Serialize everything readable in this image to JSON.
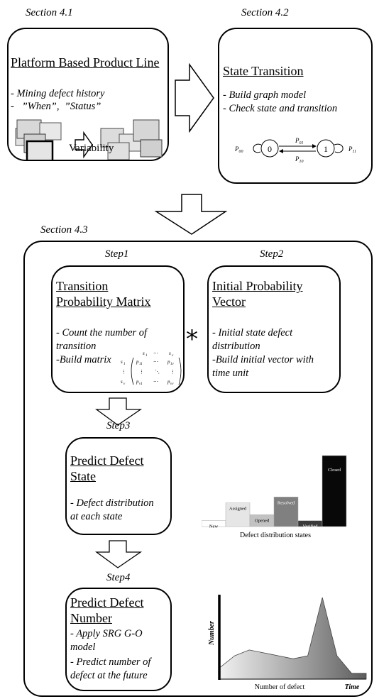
{
  "sec41": {
    "label": "Section 4.1",
    "title": "Platform Based Product Line",
    "bullets": [
      "- Mining defect history",
      "-   ”When”,  ”Status”"
    ],
    "caption": "Variability"
  },
  "sec42": {
    "label": "Section 4.2",
    "title": "State Transition",
    "bullets": [
      "- Build graph model",
      "- Check state and transition"
    ],
    "graph": {
      "state0": "0",
      "state1": "1",
      "p00": "P",
      "p00sub": "00",
      "p01": "P",
      "p01sub": "01",
      "p10": "P",
      "p10sub": "10",
      "p11": "P",
      "p11sub": "11"
    }
  },
  "sec43": {
    "label": "Section 4.3",
    "operator": "*",
    "step1": {
      "label": "Step1",
      "title_l1": "Transition",
      "title_l2": "Probability Matrix",
      "bullets": [
        "- Count the number of",
        "transition",
        "-Build matrix"
      ],
      "matrix": {
        "s1": "s",
        "s1sub": "1",
        "sv": "s",
        "svsub": "v",
        "p11": "p",
        "p11sub": "11",
        "p1v": "p",
        "p1vsub": "1v",
        "pv1": "p",
        "pv1sub": "v1",
        "pvv": "p",
        "pvvsub": "vv"
      }
    },
    "step2": {
      "label": "Step2",
      "title_l1": "Initial Probability",
      "title_l2": "Vector",
      "bullets": [
        "- Initial state defect",
        "distribution",
        "-Build initial vector with",
        "time unit"
      ]
    },
    "step3": {
      "label": "Step3",
      "title_l1": "Predict Defect",
      "title_l2": "State",
      "bullets": [
        "- Defect distribution",
        "at each state"
      ]
    },
    "step4": {
      "label": "Step4",
      "title_l1": "Predict Defect",
      "title_l2": "Number",
      "bullets": [
        "- Apply SRG G-O",
        "model",
        "- Predict number of",
        "defect at the future"
      ]
    }
  },
  "chart_data": [
    {
      "type": "bar",
      "categories": [
        "New",
        "Assigned",
        "Opened",
        "Resolved",
        "Verified",
        "Closed"
      ],
      "values": [
        1,
        4,
        2,
        5,
        1,
        12
      ],
      "colors": [
        "#ffffff",
        "#e6e6e6",
        "#c2c2c2",
        "#808080",
        "#3a3a3a",
        "#080808"
      ],
      "xlabel": "Defect distribution states"
    },
    {
      "type": "area",
      "xlabel": "Number of defect",
      "ylabel": "Number",
      "time_label": "Time",
      "x": [
        0,
        1,
        2,
        3,
        4,
        5,
        6,
        7,
        8,
        9,
        10
      ],
      "values": [
        2,
        4,
        5,
        4.5,
        4,
        3.5,
        4,
        14,
        4,
        1,
        1
      ]
    }
  ]
}
